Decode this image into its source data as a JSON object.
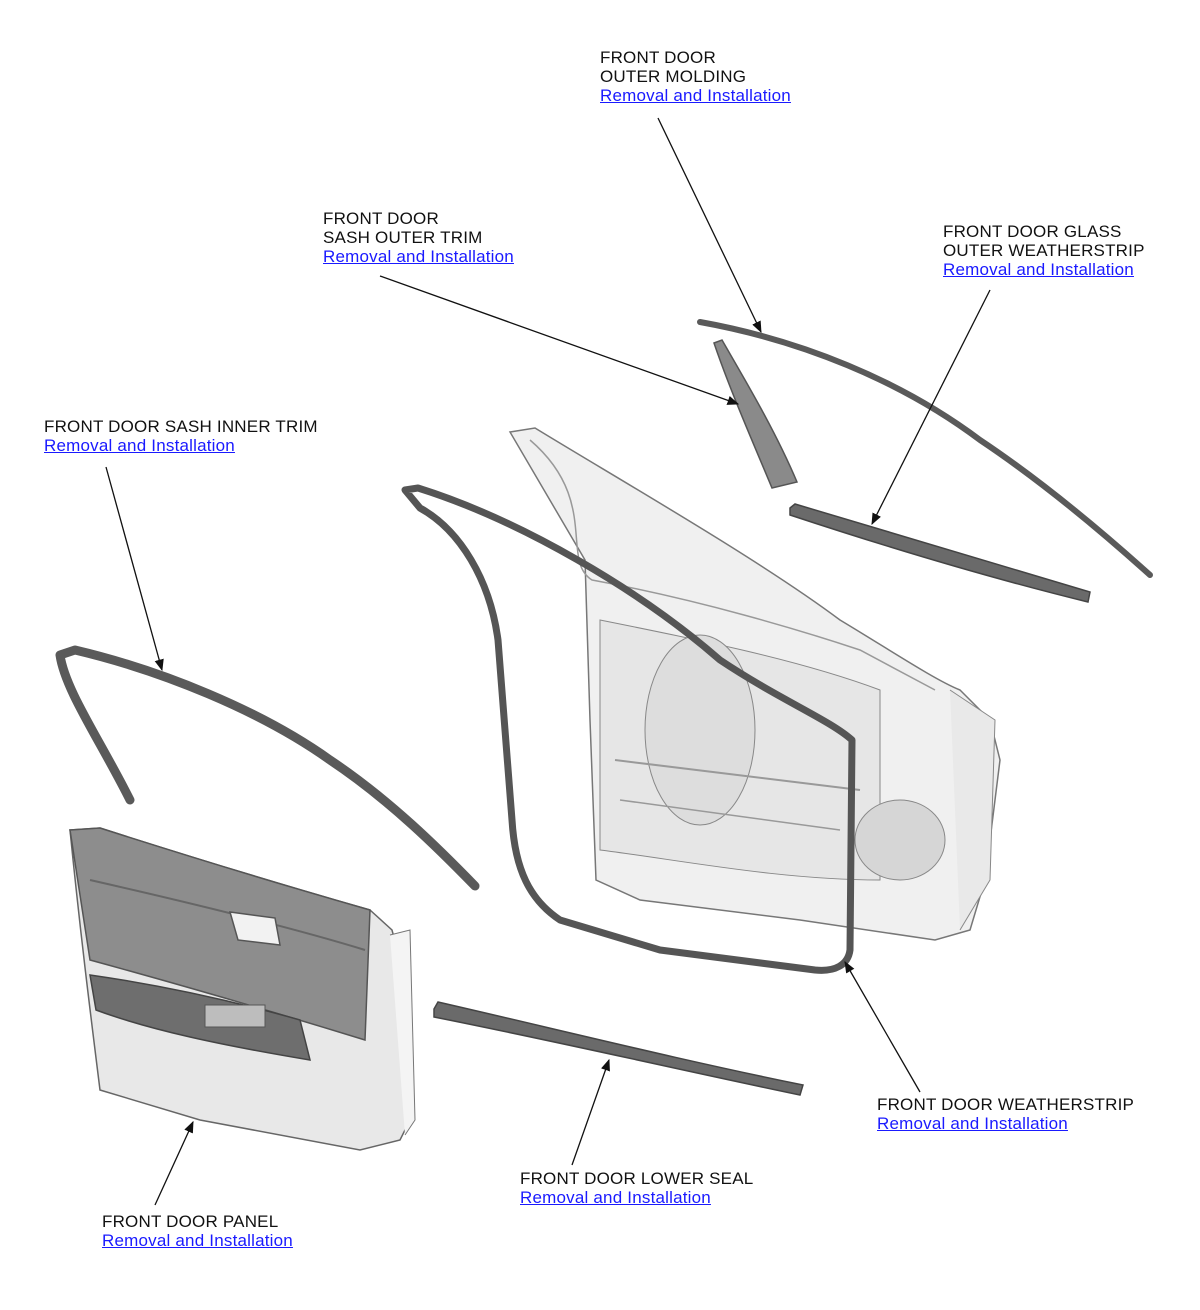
{
  "colors": {
    "link": "#1a1aff",
    "part_dark": "#5a5a5a",
    "part_light": "#eeeeee",
    "outline": "#444444"
  },
  "callouts": {
    "outer_molding": {
      "name": "FRONT DOOR\nOUTER MOLDING",
      "link": "Removal and Installation"
    },
    "sash_outer_trim": {
      "name": "FRONT DOOR\nSASH OUTER TRIM",
      "link": "Removal and Installation"
    },
    "glass_outer_weatherstrip": {
      "name": "FRONT DOOR GLASS\nOUTER WEATHERSTRIP",
      "link": "Removal and Installation"
    },
    "sash_inner_trim": {
      "name": "FRONT DOOR SASH INNER TRIM",
      "link": "Removal and Installation"
    },
    "weatherstrip": {
      "name": "FRONT DOOR WEATHERSTRIP",
      "link": "Removal and Installation"
    },
    "lower_seal": {
      "name": "FRONT DOOR LOWER SEAL",
      "link": "Removal and Installation"
    },
    "door_panel": {
      "name": "FRONT DOOR PANEL",
      "link": "Removal and Installation"
    }
  }
}
